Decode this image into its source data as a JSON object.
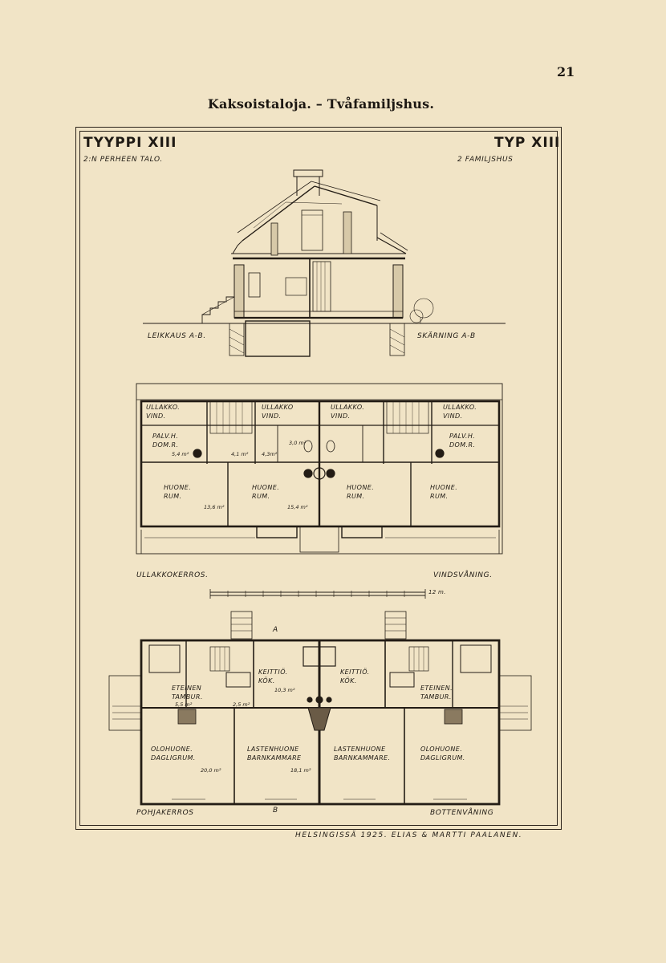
{
  "page": {
    "number": "21",
    "title": "Kaksoistaloja. – Tvåfamiljshus."
  },
  "plate": {
    "title_fi": "TYYPPI XIII",
    "subtitle_fi": "2:N PERHEEN TALO.",
    "title_sv": "TYP XIII",
    "subtitle_sv": "2 FAMILJSHUS",
    "section_fi": "LEIKKAUS A-B.",
    "section_sv": "SKÄRNING A-B",
    "attic_fi": "ULLAKKOKERROS.",
    "attic_sv": "VINDSVÅNING.",
    "ground_fi": "POHJAKERROS",
    "ground_sv": "BOTTENVÅNING",
    "marker_a": "A",
    "marker_b": "B",
    "scale_unit": "12 m.",
    "signature": "HELSINGISSÄ 1925. ELIAS & MARTTI PAALANEN."
  },
  "attic_rooms": {
    "ullakko_1": "ULLAKKO.\nVIND.",
    "ullakko_2": "ULLAKKO\nVIND.",
    "ullakko_3": "ULLAKKO.\nVIND.",
    "ullakko_4": "ULLAKKO.\nVIND.",
    "palv_left": "PALV.H.\nDOM.R.",
    "palv_right": "PALV.H.\nDOM.R.",
    "huone_1": "HUONE.\nRUM.",
    "huone_2": "HUONE.\nRUM.",
    "huone_3": "HUONE.\nRUM.",
    "huone_4": "HUONE.\nRUM.",
    "area_palv_left": "5,4 m²",
    "area_hall_left": "4,1 m²",
    "area_small": "4,3m²",
    "area_wc": "3,0 m²",
    "area_huone_1": "13,6 m²",
    "area_huone_2": "15,4 m²"
  },
  "ground_rooms": {
    "keittio_left": "KEITTIÖ.\nKÖK.",
    "keittio_right": "KEITTIÖ.\nKÖK.",
    "eteinen_left": "ETEINEN\nTAMBUR.",
    "eteinen_right": "ETEINEN.\nTAMBUR.",
    "olohuone_left": "OLOHUONE.\nDAGLIGRUM.",
    "olohuone_right": "OLOHUONE.\nDAGLIGRUM.",
    "lastenhuone_left": "LASTENHUONE\nBARNKAMMARE",
    "lastenhuone_right": "LASTENHUONE\nBARNKAMMARE.",
    "area_keittio": "10,3 m²",
    "area_eteinen": "5,5 m²",
    "area_small": "2,5 m²",
    "area_olohuone": "20,0 m²",
    "area_lastenhuone": "18,1 m²"
  }
}
